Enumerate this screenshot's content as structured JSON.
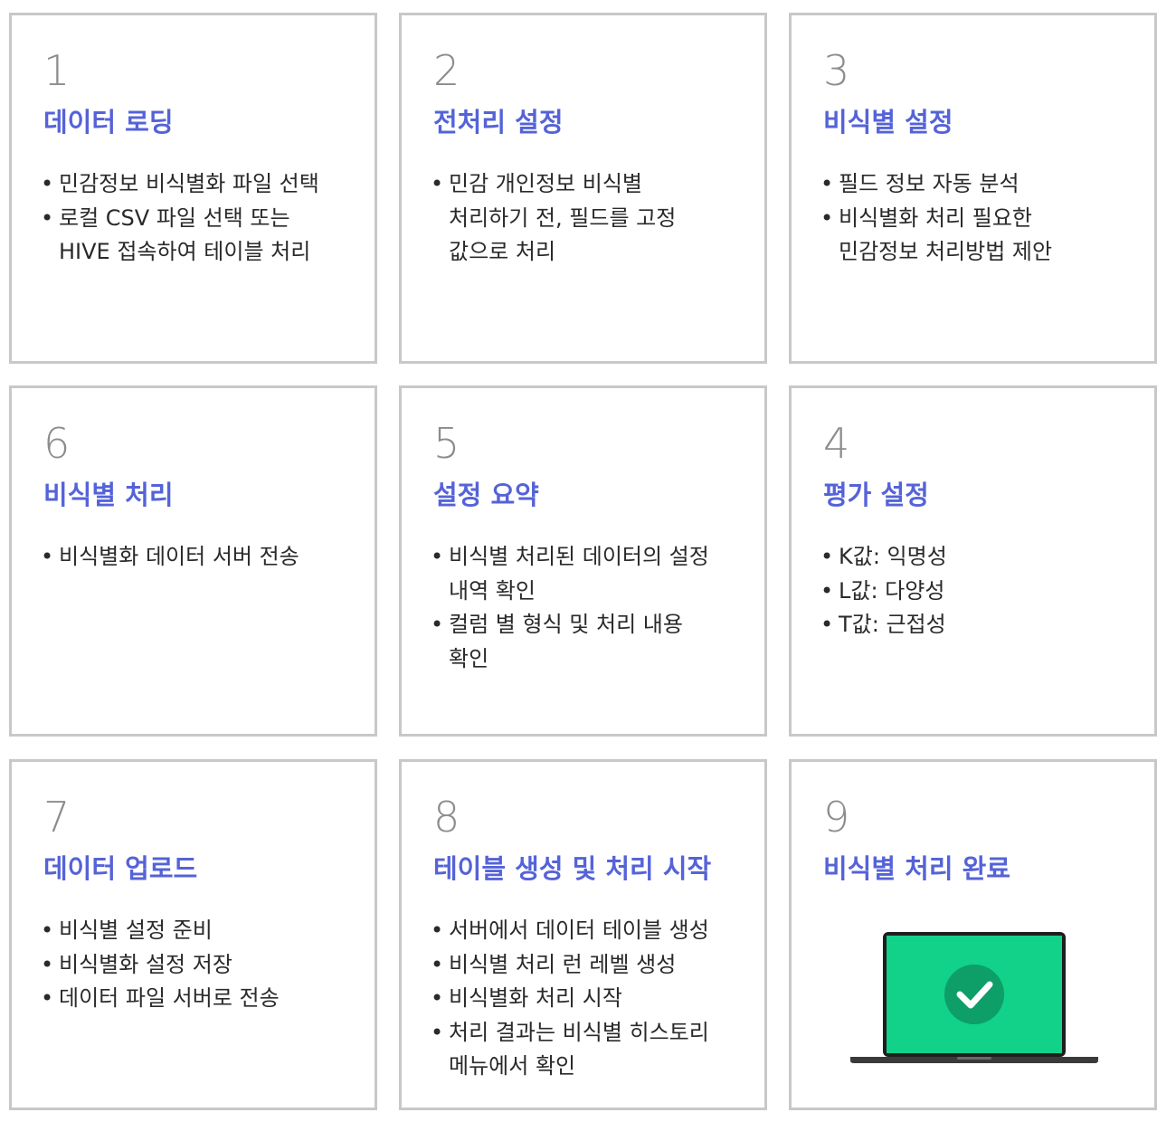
{
  "colors": {
    "accent": "#5563d8",
    "number": "#8c8c8c",
    "border": "#c8c8c8",
    "success": "#12d189"
  },
  "cards": [
    {
      "number": "1",
      "title": "데이터 로딩",
      "bullets": [
        {
          "lines": [
            "민감정보 비식별화 파일 선택"
          ]
        },
        {
          "lines": [
            "로컬 CSV 파일 선택 또는",
            "HIVE 접속하여 테이블 처리"
          ]
        }
      ]
    },
    {
      "number": "2",
      "title": "전처리 설정",
      "bullets": [
        {
          "lines": [
            "민감 개인정보 비식별",
            "처리하기 전, 필드를 고정",
            "값으로 처리"
          ]
        }
      ]
    },
    {
      "number": "3",
      "title": "비식별 설정",
      "bullets": [
        {
          "lines": [
            "필드 정보 자동 분석"
          ]
        },
        {
          "lines": [
            "비식별화 처리 필요한",
            "민감정보 처리방법 제안"
          ]
        }
      ]
    },
    {
      "number": "6",
      "title": "비식별 처리",
      "bullets": [
        {
          "lines": [
            "비식별화 데이터 서버 전송"
          ]
        }
      ]
    },
    {
      "number": "5",
      "title": "설정 요약",
      "bullets": [
        {
          "lines": [
            "비식별 처리된 데이터의 설정",
            "내역 확인"
          ]
        },
        {
          "lines": [
            "컬럼 별 형식 및 처리 내용",
            "확인"
          ]
        }
      ]
    },
    {
      "number": "4",
      "title": "평가 설정",
      "bullets": [
        {
          "lines": [
            "K값: 익명성"
          ]
        },
        {
          "lines": [
            "L값: 다양성"
          ]
        },
        {
          "lines": [
            "T값: 근접성"
          ]
        }
      ]
    },
    {
      "number": "7",
      "title": "데이터 업로드",
      "bullets": [
        {
          "lines": [
            "비식별 설정 준비"
          ]
        },
        {
          "lines": [
            "비식별화 설정 저장"
          ]
        },
        {
          "lines": [
            "데이터 파일 서버로 전송"
          ]
        }
      ]
    },
    {
      "number": "8",
      "title": "테이블 생성 및 처리 시작",
      "bullets": [
        {
          "lines": [
            "서버에서 데이터 테이블 생성"
          ]
        },
        {
          "lines": [
            "비식별 처리 런 레벨 생성"
          ]
        },
        {
          "lines": [
            "비식별화 처리 시작"
          ]
        },
        {
          "lines": [
            "처리 결과는 비식별 히스토리",
            "메뉴에서 확인"
          ]
        }
      ]
    },
    {
      "number": "9",
      "title": "비식별 처리 완료",
      "bullets": [],
      "icon": "laptop-checkmark-icon"
    }
  ]
}
